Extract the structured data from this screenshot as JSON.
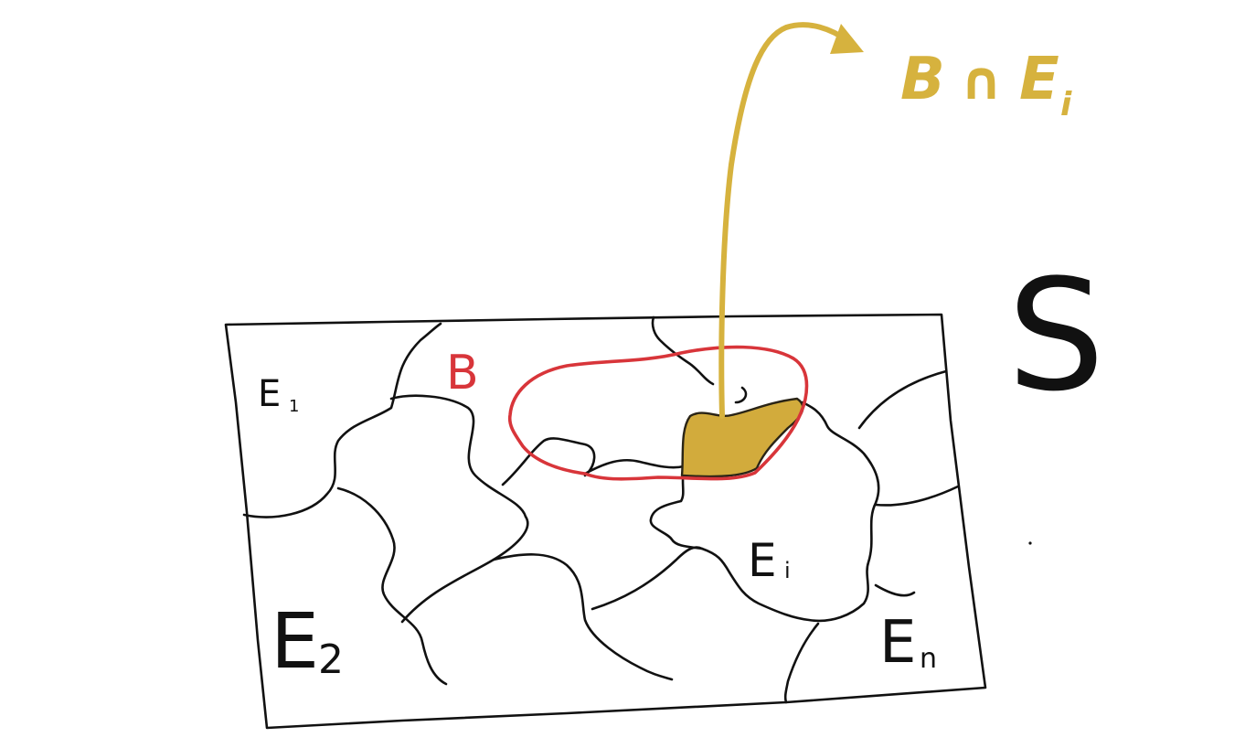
{
  "diagram": {
    "set_labels": {
      "e1": "E",
      "e1_sub": "1",
      "e2": "E",
      "e2_sub": "2",
      "ei": "E",
      "ei_sub": "i",
      "en": "E",
      "en_sub": "n",
      "s": "S",
      "b": "B"
    },
    "intersection_label": {
      "b": "B",
      "cap": "∩",
      "e": "E",
      "sub": "i"
    }
  },
  "colors": {
    "ink": "#111111",
    "b_outline": "#d8353a",
    "intersection": "#d6b23e",
    "intersection_fill": "#d2ab3c"
  }
}
